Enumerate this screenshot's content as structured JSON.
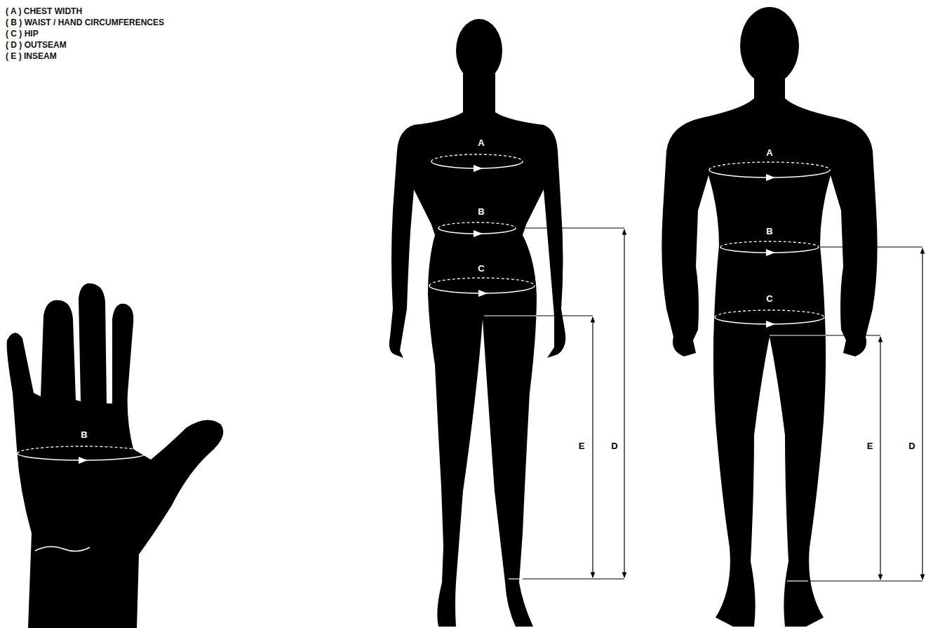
{
  "diagram": {
    "labels": [
      "( A ) CHEST WIDTH",
      "( B ) WAIST / HAND CIRCUMFERENCES",
      "( C ) HIP",
      "( D ) OUTSEAM",
      "( E ) INSEAM",
      "B",
      "A",
      "B",
      "C",
      "E",
      "D",
      "A",
      "B",
      "C",
      "E",
      "D"
    ]
  }
}
